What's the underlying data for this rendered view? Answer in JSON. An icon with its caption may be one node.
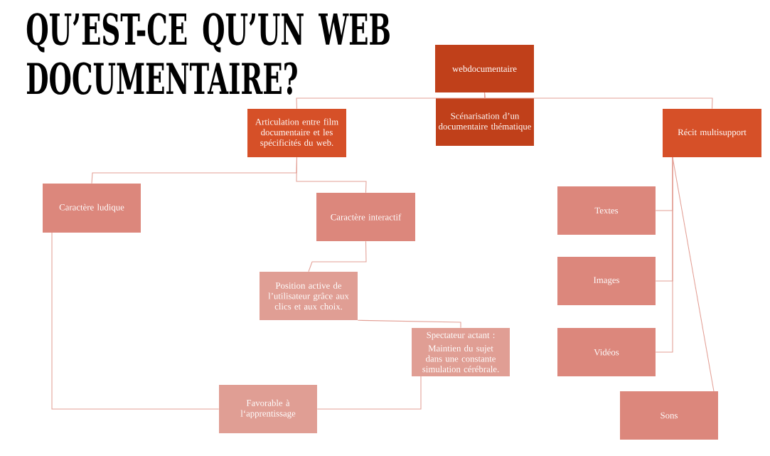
{
  "diagram": {
    "title": "QU’EST-CE  QU’UN WEB DOCUMENTAIRE?",
    "nodes": [
      {
        "text": [
          "webdocumentaire"
        ]
      },
      {
        "text": [
          "Scénarisation d’un documentaire thématique"
        ]
      },
      {
        "text": [
          "Articulation entre film documentaire et les spécificités du web."
        ]
      },
      {
        "text": [
          "Récit multisupport"
        ]
      },
      {
        "text": [
          "Caractère ludique"
        ]
      },
      {
        "text": [
          "Caractère interactif"
        ]
      },
      {
        "text": [
          "Position active de l’utilisateur grâce aux clics et aux choix."
        ]
      },
      {
        "text": [
          "Spectateur actant :",
          "Maintien du sujet dans une constante simulation cérébrale."
        ]
      },
      {
        "text": [
          "Favorable à l‘apprentissage"
        ]
      },
      {
        "text": [
          "Textes"
        ]
      },
      {
        "text": [
          "Images"
        ]
      },
      {
        "text": [
          "Vidéos"
        ]
      },
      {
        "text": [
          "Sons"
        ]
      }
    ],
    "edges": [
      {
        "from": 0,
        "to": 1,
        "arrow": "none"
      },
      {
        "from": 0,
        "to": 2,
        "arrow": "none"
      },
      {
        "from": 0,
        "to": 3,
        "arrow": "none"
      },
      {
        "from": 2,
        "to": 4,
        "arrow": "none"
      },
      {
        "from": 2,
        "to": 5,
        "arrow": "none"
      },
      {
        "from": 5,
        "to": 6,
        "arrow": "none"
      },
      {
        "from": 6,
        "to": 7,
        "arrow": "none"
      },
      {
        "from": 4,
        "to": 8,
        "arrow": "none"
      },
      {
        "from": 7,
        "to": 8,
        "arrow": "none"
      },
      {
        "from": 3,
        "to": 9,
        "arrow": "none"
      },
      {
        "from": 3,
        "to": 10,
        "arrow": "none"
      },
      {
        "from": 3,
        "to": 11,
        "arrow": "none"
      },
      {
        "from": 3,
        "to": 12,
        "arrow": "none"
      }
    ]
  }
}
